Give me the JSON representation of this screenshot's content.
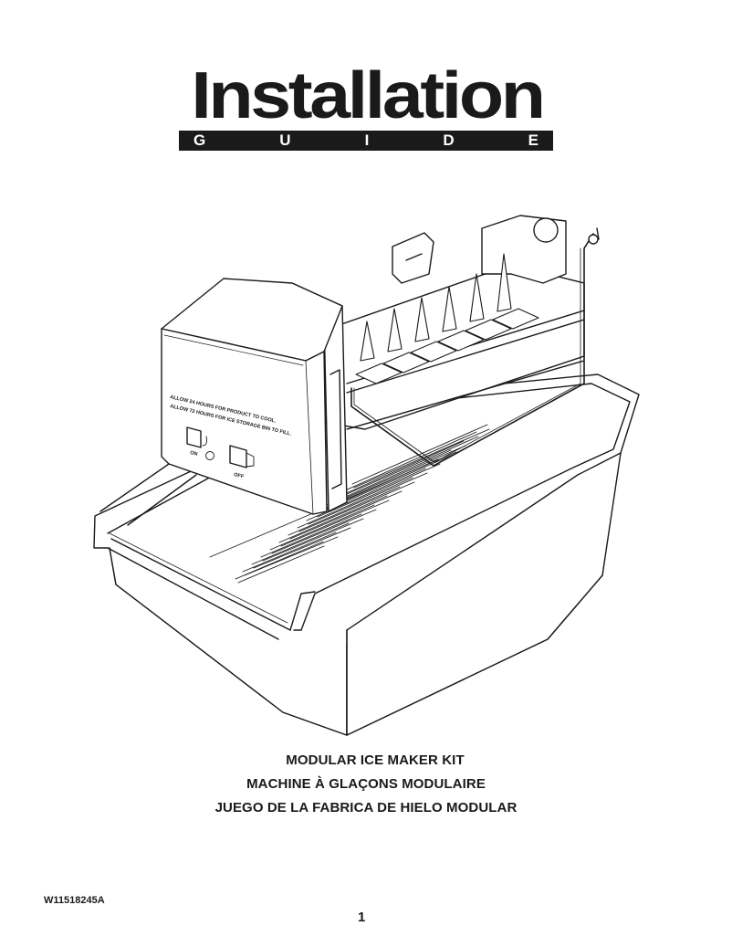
{
  "header": {
    "title": "Installation",
    "subtitle_letters": [
      "G",
      "U",
      "I",
      "D",
      "E"
    ]
  },
  "illustration": {
    "subject": "modular ice maker with ice storage bin",
    "panel_text": [
      "ALLOW 24 HOURS FOR PRODUCT TO COOL.",
      "ALLOW 72 HOURS FOR ICE STORAGE BIN TO FILL."
    ],
    "switch_on_label": "ON",
    "switch_off_label": "OFF"
  },
  "product_titles": {
    "english": "MODULAR ICE MAKER KIT",
    "french": "MACHINE À GLAÇONS MODULAIRE",
    "spanish": "JUEGO DE LA FABRICA DE HIELO MODULAR"
  },
  "footer": {
    "part_number": "W11518245A",
    "page_number": "1"
  }
}
